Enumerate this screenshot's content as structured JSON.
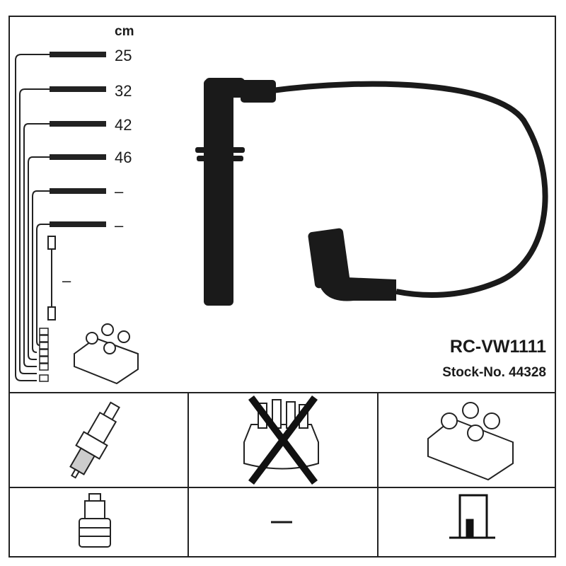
{
  "unit_label": "cm",
  "lengths": [
    "25",
    "32",
    "42",
    "46",
    "–",
    "–"
  ],
  "extra_lead_length": "–",
  "model": "RC-VW1111",
  "stock_number": "Stock-No. 44328",
  "distributor_cap_label": "—"
}
